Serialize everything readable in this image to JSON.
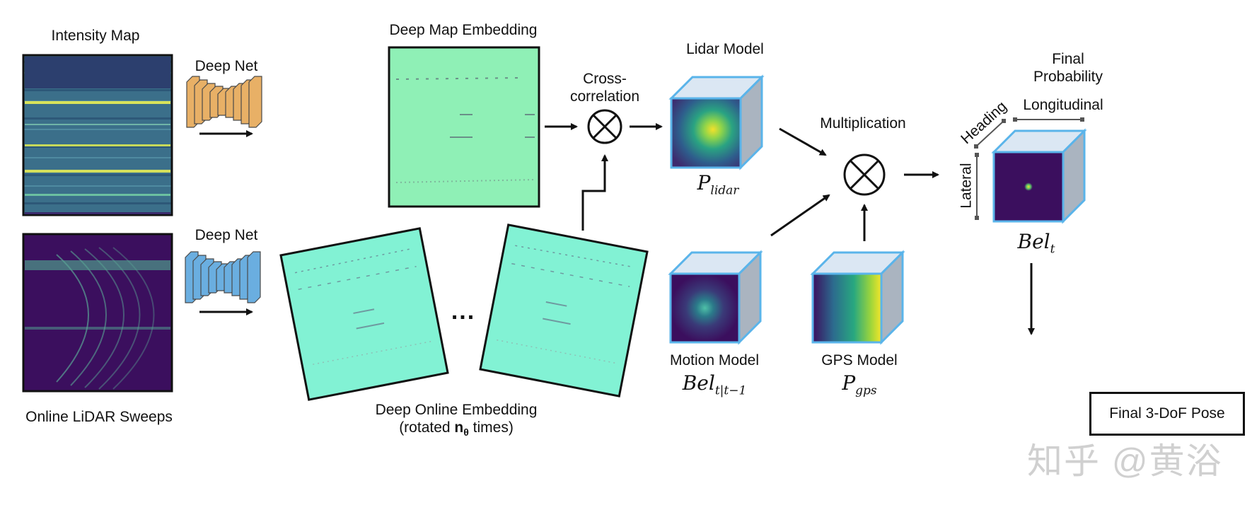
{
  "labels": {
    "intensity_map": "Intensity Map",
    "online_lidar": "Online LiDAR Sweeps",
    "deep_net_top": "Deep Net",
    "deep_net_bottom": "Deep Net",
    "deep_map_embedding": "Deep Map Embedding",
    "deep_online_embedding": "Deep Online Embedding",
    "rotated_prefix": "(rotated ",
    "rotated_n": "n",
    "rotated_theta": "θ",
    "rotated_suffix": " times)",
    "ellipsis": "...",
    "cross_correlation_1": "Cross-",
    "cross_correlation_2": "correlation",
    "lidar_model": "Lidar Model",
    "multiplication": "Multiplication",
    "motion_model": "Motion Model",
    "gps_model": "GPS Model",
    "final_probability_1": "Final",
    "final_probability_2": "Probability",
    "heading": "Heading",
    "longitudinal": "Longitudinal",
    "lateral": "Lateral",
    "final_pose": "Final 3-DoF Pose"
  },
  "math": {
    "p_lidar_base": "P",
    "p_lidar_sub": "lidar",
    "bel_motion_base": "Bel",
    "bel_motion_sub": "t|t−1",
    "p_gps_base": "P",
    "p_gps_sub": "gps",
    "bel_t_base": "Bel",
    "bel_t_sub": "t"
  },
  "watermark": "知乎 @黄浴",
  "colors": {
    "net_orange": "#e8b066",
    "net_blue": "#6aaee0",
    "cube_edge": "#5ab4ea",
    "cube_top": "#dbe7f3",
    "cube_side": "#aab4c0",
    "map_bg": "#8ff0b6",
    "online_bg": "#82f2d4",
    "viridis_dark": "#3b0f5e"
  }
}
